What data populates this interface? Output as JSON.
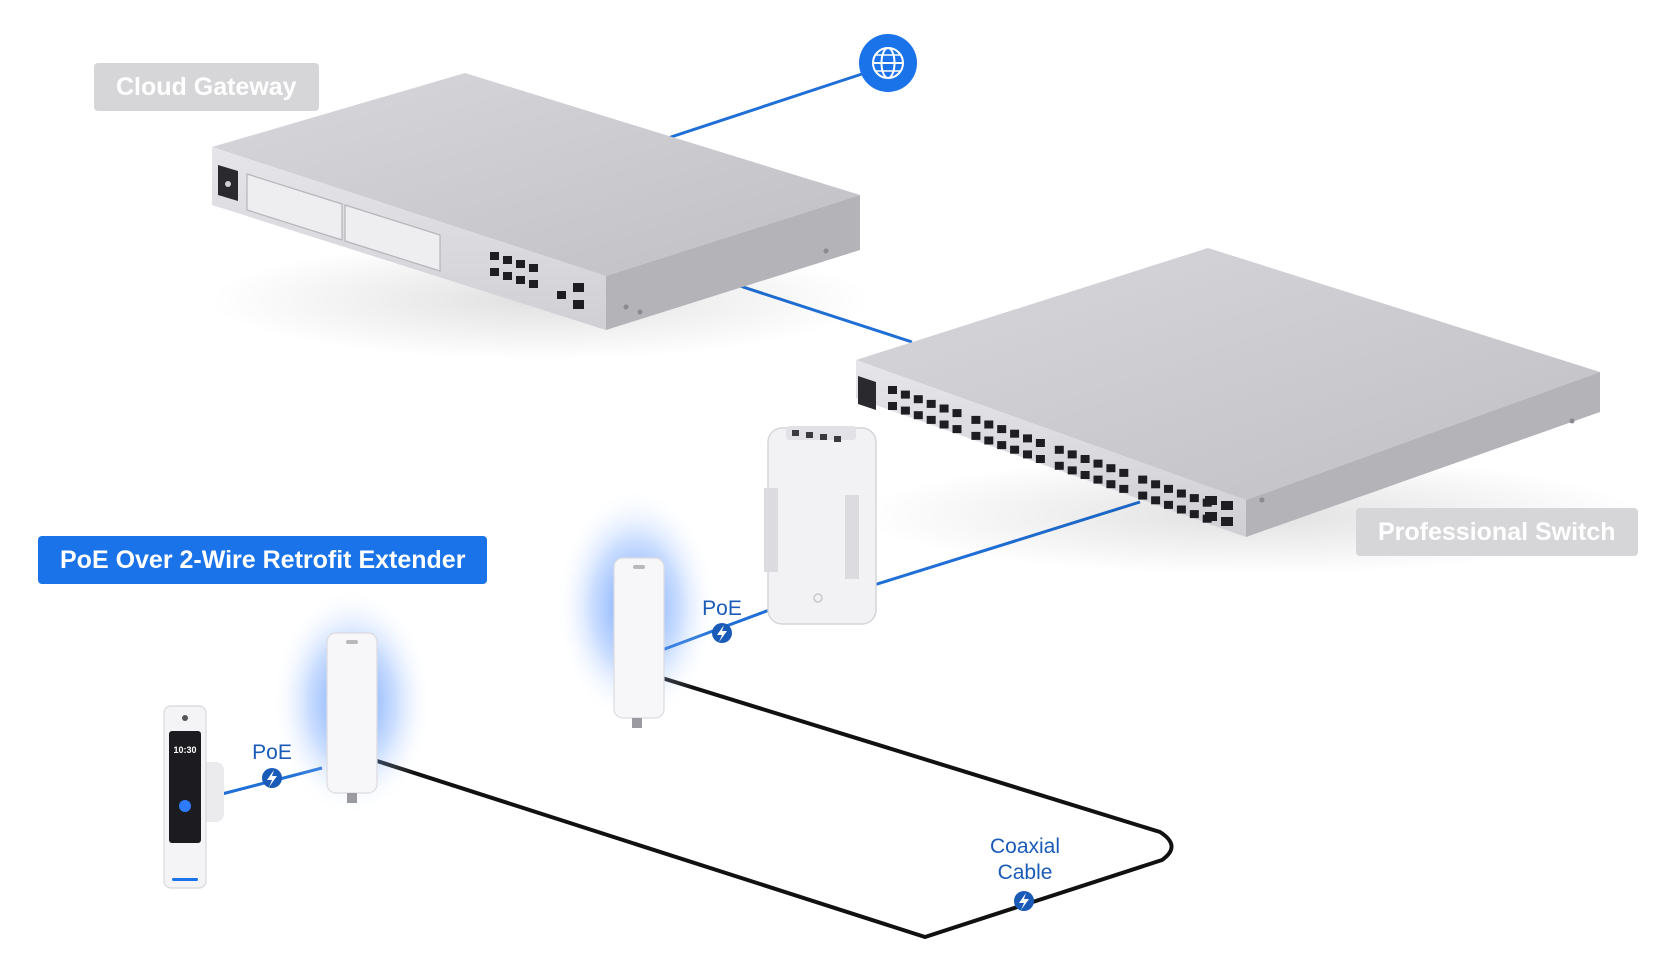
{
  "labels": {
    "cloud_gateway": "Cloud Gateway",
    "professional_switch": "Professional Switch",
    "retrofit_extender": "PoE Over 2-Wire Retrofit Extender"
  },
  "connections": {
    "poe_upper": "PoE",
    "poe_lower": "PoE",
    "coax_line1": "Coaxial",
    "coax_line2": "Cable"
  },
  "intercom": {
    "time": "10:30"
  },
  "icons": {
    "internet": "globe-icon",
    "power": "lightning-bolt-icon"
  },
  "colors": {
    "accent": "#1a73e8",
    "network_line": "#1f6fd6",
    "coax_line": "#111111",
    "device_gray": "#c9c9cd",
    "label_gray": "#d6d6d8"
  }
}
